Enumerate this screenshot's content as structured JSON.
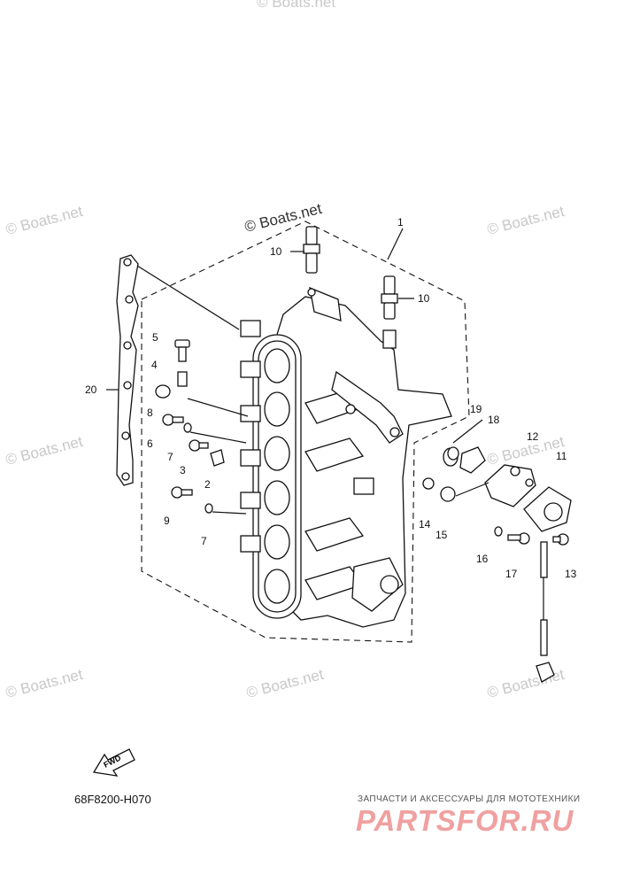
{
  "watermark": "© Boats.net",
  "diagram_code": "68F8200-H070",
  "fwd_label": "FWD",
  "brand": {
    "tagline": "ЗАПЧАСТИ И АКСЕССУАРЫ ДЛЯ МОТОТЕХНИКИ",
    "name": "PARTSFOR.RU"
  },
  "callouts": [
    {
      "id": "1",
      "label": "1"
    },
    {
      "id": "2",
      "label": "2"
    },
    {
      "id": "3",
      "label": "3"
    },
    {
      "id": "4",
      "label": "4"
    },
    {
      "id": "5",
      "label": "5"
    },
    {
      "id": "6",
      "label": "6"
    },
    {
      "id": "7a",
      "label": "7"
    },
    {
      "id": "7b",
      "label": "7"
    },
    {
      "id": "8",
      "label": "8"
    },
    {
      "id": "9",
      "label": "9"
    },
    {
      "id": "10a",
      "label": "10"
    },
    {
      "id": "10b",
      "label": "10"
    },
    {
      "id": "11",
      "label": "11"
    },
    {
      "id": "12",
      "label": "12"
    },
    {
      "id": "13",
      "label": "13"
    },
    {
      "id": "14",
      "label": "14"
    },
    {
      "id": "15",
      "label": "15"
    },
    {
      "id": "16",
      "label": "16"
    },
    {
      "id": "17",
      "label": "17"
    },
    {
      "id": "18",
      "label": "18"
    },
    {
      "id": "19",
      "label": "19"
    },
    {
      "id": "20",
      "label": "20"
    }
  ]
}
